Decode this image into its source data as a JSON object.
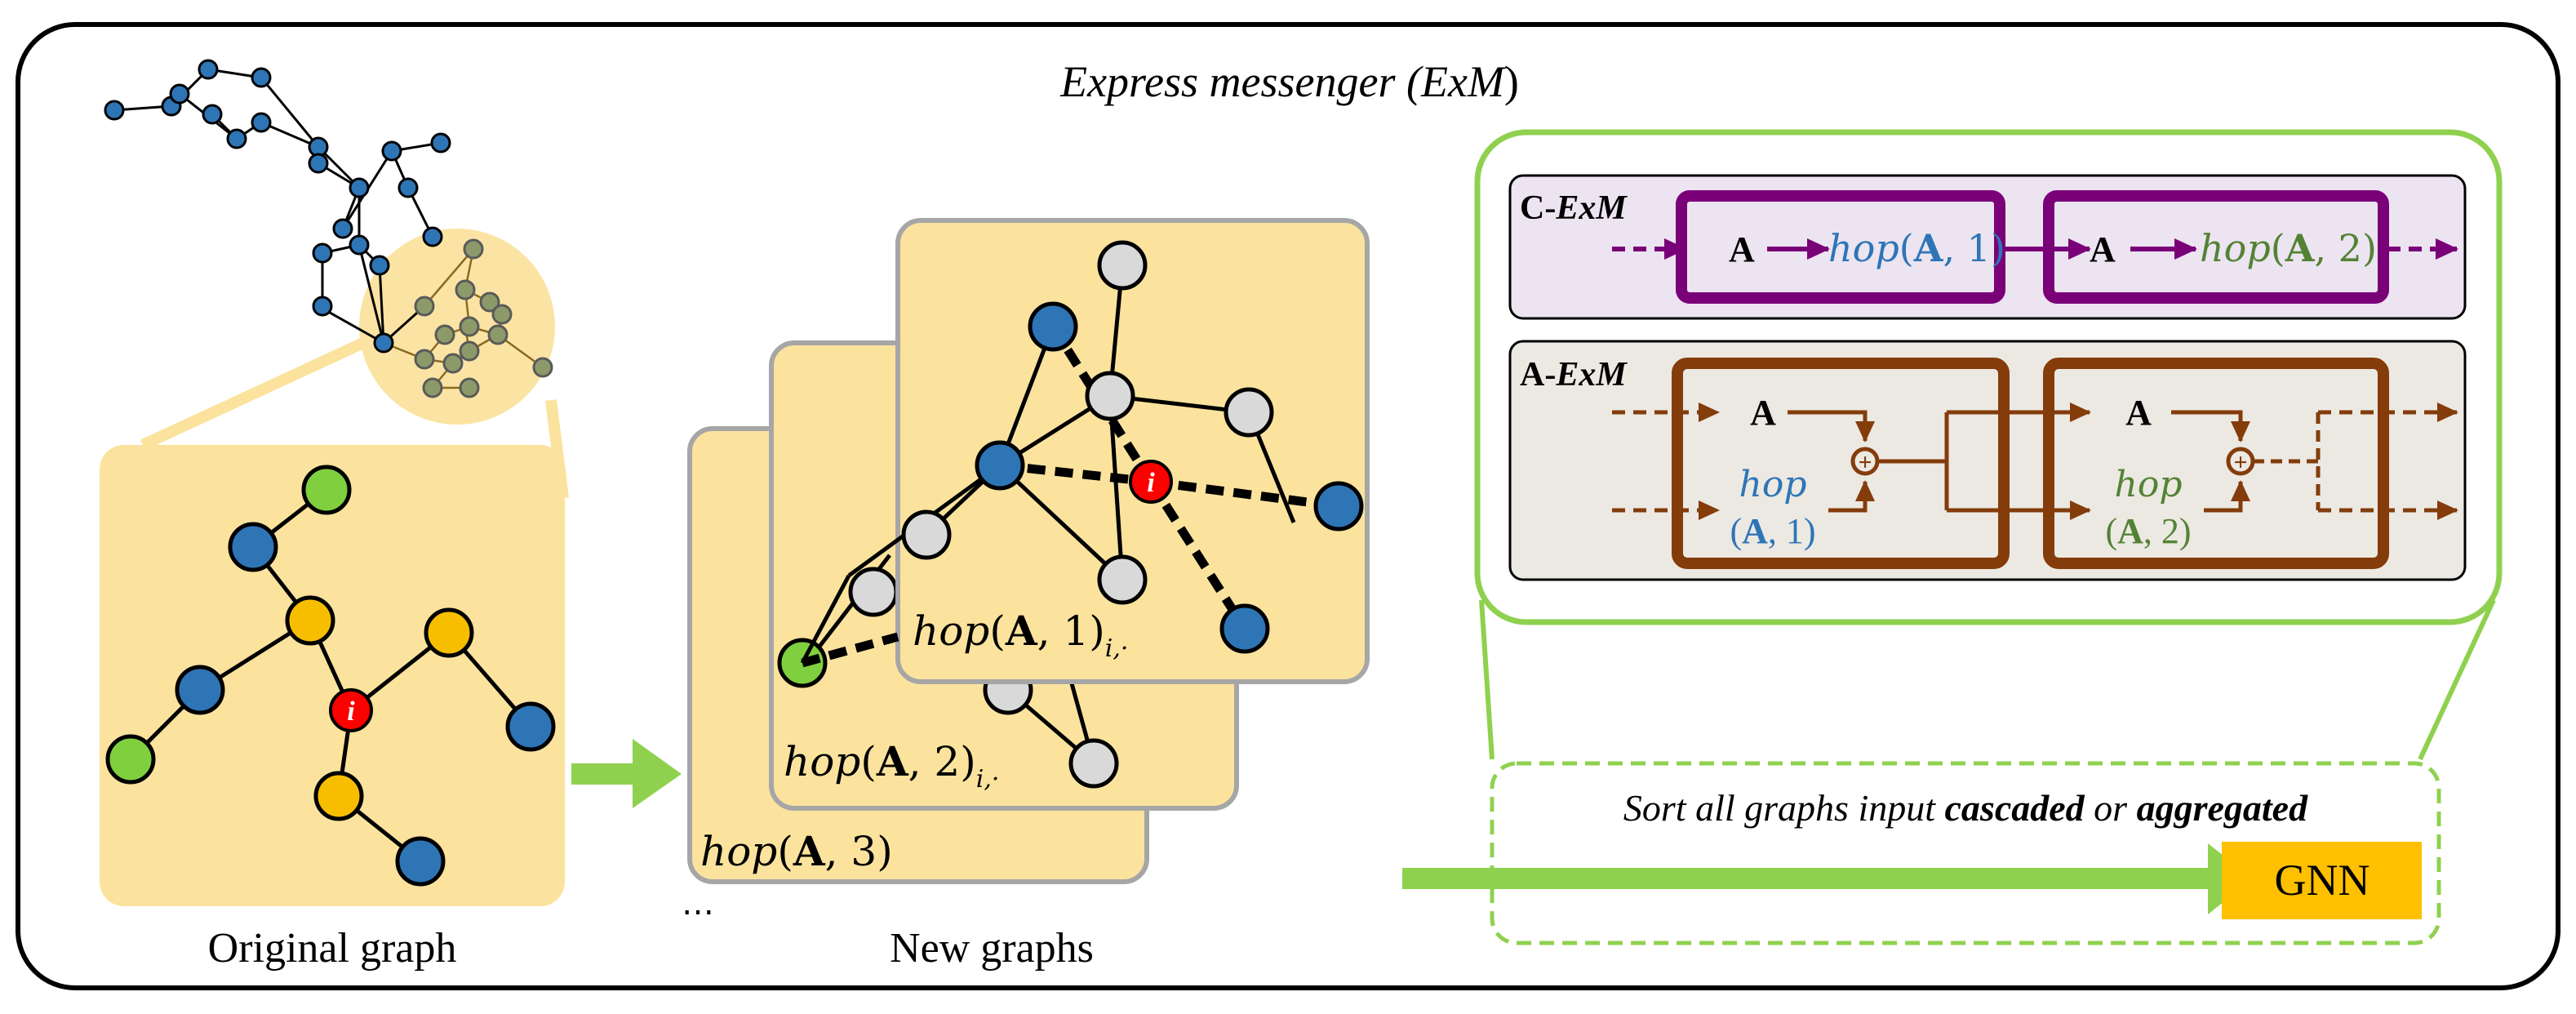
{
  "title": "Express messenger (ExM)",
  "title_parts": {
    "lead": "Express messenger (",
    "abbr": "ExM",
    "tail": ")"
  },
  "labels": {
    "original_graph": "Original graph",
    "new_graphs": "New graphs",
    "ellipsis": "⋯",
    "node_i": "i"
  },
  "hop_labels": {
    "hop1": {
      "fn": "hop",
      "open": "(",
      "arg": "A",
      "num": ", 1)",
      "sub": "i,·"
    },
    "hop2": {
      "fn": "hop",
      "open": "(",
      "arg": "A",
      "num": ", 2)",
      "sub": "i,·"
    },
    "hop3": {
      "fn": "hop",
      "open": "(",
      "arg": "A",
      "num": ", 3)"
    }
  },
  "cexm": {
    "label_prefix": "C-",
    "label_name": "ExM",
    "block1": {
      "a": "A",
      "hop": "hop",
      "hop_arg": "A",
      "hop_num": ", 1)",
      "hop_open": "("
    },
    "block2": {
      "a": "A",
      "hop": "hop",
      "hop_arg": "A",
      "hop_num": ", 2)",
      "hop_open": "("
    }
  },
  "aexm": {
    "label_prefix": "A-",
    "label_name": "ExM",
    "block1": {
      "a": "A",
      "hop": "hop",
      "hop_line2": "(A, 1)",
      "hop_open": "(",
      "hop_arg": "A",
      "hop_num": ", 1)"
    },
    "block2": {
      "a": "A",
      "hop": "hop",
      "hop_line2": "(A, 2)",
      "hop_open": "(",
      "hop_arg": "A",
      "hop_num": ", 2)"
    },
    "plus": "+"
  },
  "sort_caption": {
    "lead": "Sort all graphs input ",
    "word1": "cascaded",
    "mid": " or ",
    "word2": "aggregated"
  },
  "gnn": "GNN",
  "colors": {
    "node_blue": "#2e75b6",
    "node_green": "#7fcf3f",
    "node_yellow": "#f7be00",
    "node_gray": "#d9d9d9",
    "node_red": "#ff0000",
    "panel_yellow": "#fbe39e",
    "accent_green": "#8fd14f",
    "purple": "#7a0078",
    "purple_bg": "#ece4f1",
    "brown": "#843c0b",
    "brown_bg": "#ece9e3",
    "hop1_blue": "#2e75b6",
    "hop2_green": "#548235",
    "gnn_orange": "#ffc000"
  }
}
